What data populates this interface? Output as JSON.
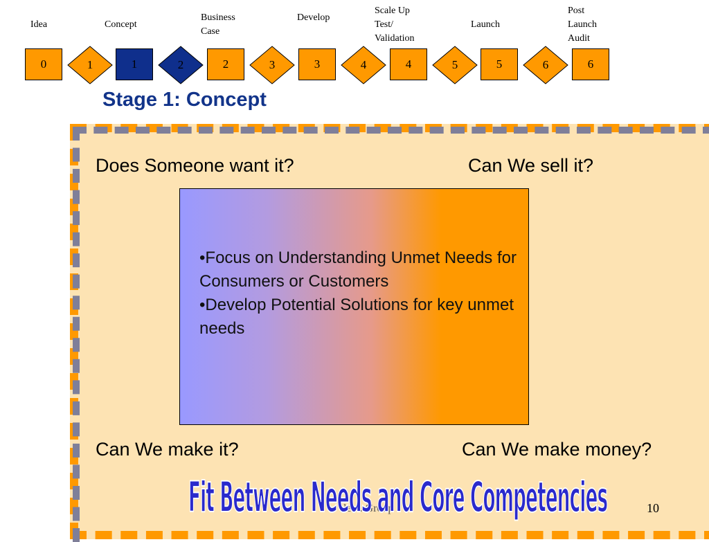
{
  "stages": [
    {
      "label": "Idea"
    },
    {
      "label": "Concept"
    },
    {
      "label": "Business\n Case"
    },
    {
      "label": "Develop"
    },
    {
      "label": "Scale Up\nTest/\nValidation"
    },
    {
      "label": "Launch"
    },
    {
      "label": "Post\nLaunch\nAudit"
    }
  ],
  "flow": {
    "boxes": [
      "0",
      "1",
      "2",
      "3",
      "4",
      "5",
      "6"
    ],
    "gates": [
      "1",
      "2",
      "3",
      "4",
      "5",
      "6"
    ],
    "active_box": "1",
    "active_gate": "2"
  },
  "title": "Stage 1: Concept",
  "questions": {
    "top_left": "Does Someone want it?",
    "top_right": "Can We sell it?",
    "bottom_left": "Can We make it?",
    "bottom_right": "Can We make money?"
  },
  "center": {
    "bullets": [
      "•Focus on Understanding Unmet Needs for Consumers or Customers",
      "•Develop Potential Solutions for key unmet needs"
    ]
  },
  "banner": "Fit Between Needs and Core Competencies",
  "footer": {
    "left": "le ... Group",
    "page": "10"
  },
  "colors": {
    "orange": "#ff9900",
    "active_navy": "#0f2f8c",
    "title_blue": "#12348a",
    "frame_fill": "#fde3b3",
    "banner_blue": "#2a2acc"
  }
}
